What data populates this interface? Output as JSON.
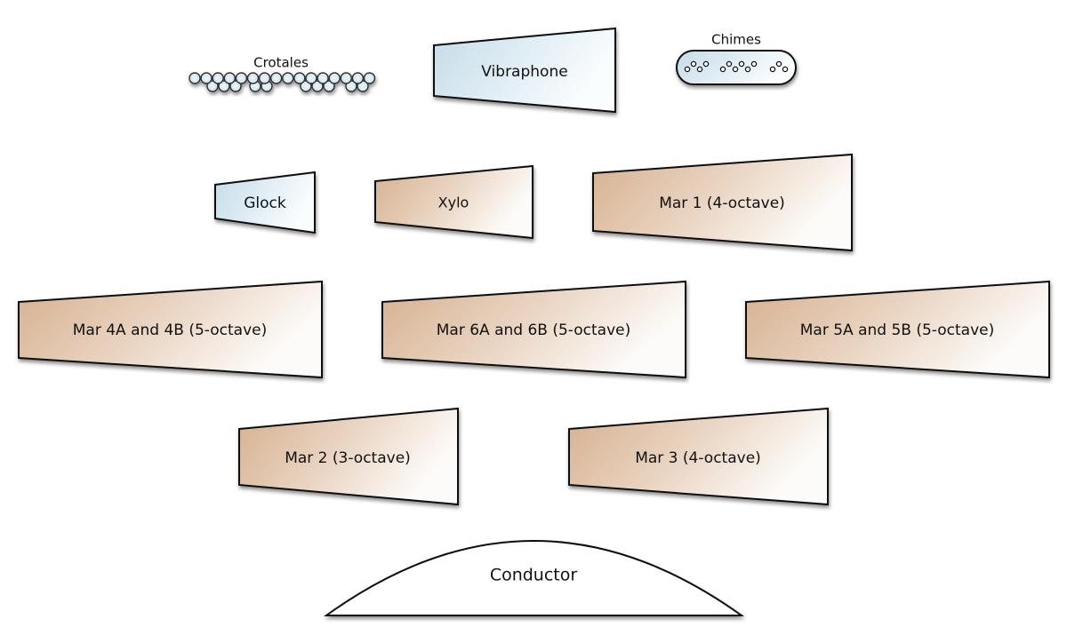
{
  "diagram": {
    "type": "stage-setup",
    "colors": {
      "wood_dark": "#d8b394",
      "wood_light": "#fdfbf8",
      "metal_dark": "#c8dfea",
      "metal_light": "#f9fcfe",
      "stroke": "#111111",
      "background": "#ffffff"
    },
    "instruments": {
      "crotales": {
        "label": "Crotales",
        "material": "metal"
      },
      "vibraphone": {
        "label": "Vibraphone",
        "material": "metal"
      },
      "chimes": {
        "label": "Chimes",
        "material": "metal"
      },
      "glock": {
        "label": "Glock",
        "material": "metal"
      },
      "xylo": {
        "label": "Xylo",
        "material": "wood"
      },
      "mar1": {
        "label": "Mar 1 (4-octave)",
        "material": "wood"
      },
      "mar4": {
        "label": "Mar 4A and 4B (5-octave)",
        "material": "wood"
      },
      "mar6": {
        "label": "Mar 6A and 6B (5-octave)",
        "material": "wood"
      },
      "mar5": {
        "label": "Mar 5A and 5B (5-octave)",
        "material": "wood"
      },
      "mar2": {
        "label": "Mar 2 (3-octave)",
        "material": "wood"
      },
      "mar3": {
        "label": "Mar 3 (4-octave)",
        "material": "wood"
      }
    },
    "conductor": {
      "label": "Conductor"
    }
  }
}
